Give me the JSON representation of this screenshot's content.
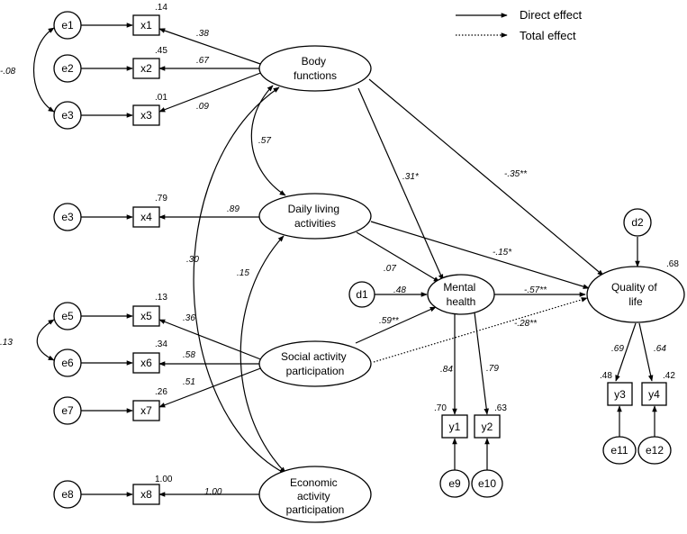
{
  "legend": {
    "direct": "Direct effect",
    "total": "Total effect"
  },
  "nodes": {
    "e1": "e1",
    "e2": "e2",
    "e3a": "e3",
    "e3b": "e3",
    "e5": "e5",
    "e6": "e6",
    "e7": "e7",
    "e8": "e8",
    "e9": "e9",
    "e10": "e10",
    "e11": "e11",
    "e12": "e12",
    "d1": "d1",
    "d2": "d2",
    "x1": "x1",
    "x2": "x2",
    "x3": "x3",
    "x4": "x4",
    "x5": "x5",
    "x6": "x6",
    "x7": "x7",
    "x8": "x8",
    "y1": "y1",
    "y2": "y2",
    "y3": "y3",
    "y4": "y4",
    "body_functions": [
      "Body",
      "functions"
    ],
    "daily_living": [
      "Daily living",
      "activities"
    ],
    "social_activity": [
      "Social activity",
      "participation"
    ],
    "economic_activity": [
      "Economic",
      "activity",
      "participation"
    ],
    "mental_health": [
      "Mental",
      "health"
    ],
    "quality_of_life": [
      "Quality of",
      "life"
    ]
  },
  "r_squared": {
    "x1": ".14",
    "x2": ".45",
    "x3": ".01",
    "x4": ".79",
    "x5": ".13",
    "x6": ".34",
    "x7": ".26",
    "x8": "1.00",
    "y1": ".70",
    "y2": ".63",
    "y3": ".48",
    "y4": ".42",
    "qol": ".68"
  },
  "coefficients": {
    "bf_x1": ".38",
    "bf_x2": ".67",
    "bf_x3": ".09",
    "e1_e3": "-.08",
    "bf_dla": ".57",
    "bf_eap": ".30",
    "dla_sap": ".15",
    "dla_x4": ".89",
    "eap_x8": "1.00",
    "sap_x5": ".36",
    "sap_x6": ".58",
    "sap_x7": ".51",
    "e5_e6": ".13",
    "bf_mh": ".31*",
    "bf_qol": "-.35**",
    "dla_mh": ".07",
    "dla_qol": "-.15*",
    "d1_mh": ".48",
    "sap_mh": ".59**",
    "mh_qol": "-.57**",
    "sap_qol_total": "-.28**",
    "mh_y1": ".84",
    "mh_y2": ".79",
    "qol_y3": ".69",
    "qol_y4": ".64"
  }
}
